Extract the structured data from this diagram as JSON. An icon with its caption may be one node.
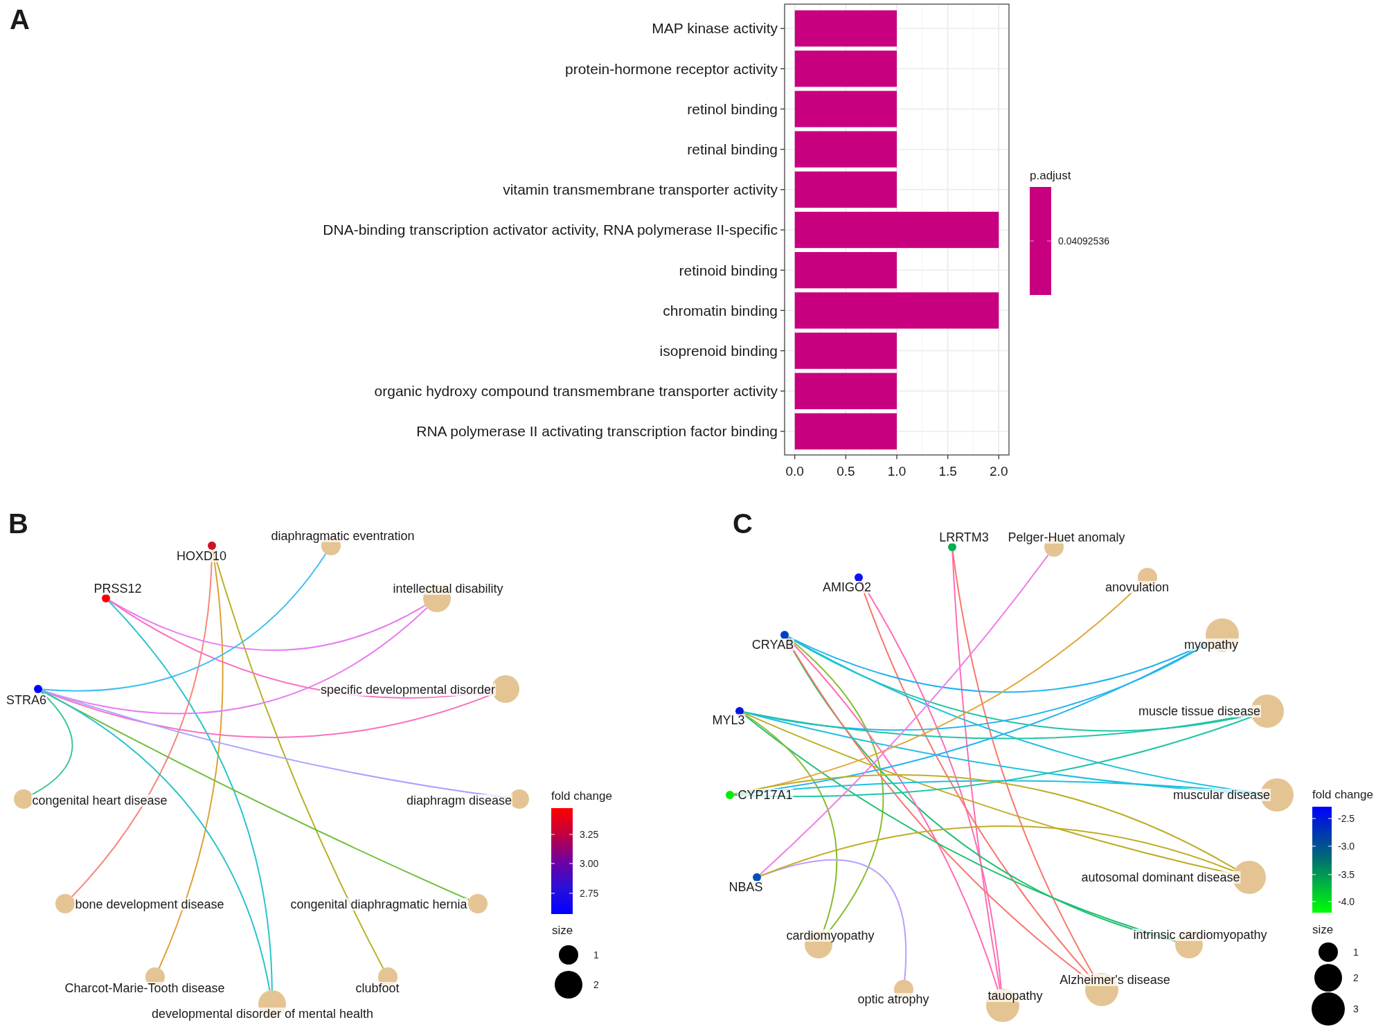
{
  "diagram": {
    "nodes": [
      {
        "text": [
          "HOXD10"
        ]
      },
      {
        "text": [
          "diaphragmatic eventration"
        ]
      },
      {
        "text": [
          "PRSS12"
        ]
      },
      {
        "text": [
          "intellectual disability"
        ]
      },
      {
        "text": [
          "STRA6"
        ]
      },
      {
        "text": [
          "specific developmental disorder"
        ]
      },
      {
        "text": [
          "congenital heart disease"
        ]
      },
      {
        "text": [
          "diaphragm disease"
        ]
      },
      {
        "text": [
          "bone development disease"
        ]
      },
      {
        "text": [
          "congenital diaphragmatic hernia"
        ]
      },
      {
        "text": [
          "Charcot-Marie-Tooth disease"
        ]
      },
      {
        "text": [
          "clubfoot"
        ]
      },
      {
        "text": [
          "developmental disorder of mental health"
        ]
      },
      {
        "text": [
          "LRRTM3"
        ]
      },
      {
        "text": [
          "Pelger-Huet anomaly"
        ]
      },
      {
        "text": [
          "AMIGO2"
        ]
      },
      {
        "text": [
          "anovulation"
        ]
      },
      {
        "text": [
          "CRYAB"
        ]
      },
      {
        "text": [
          "myopathy"
        ]
      },
      {
        "text": [
          "MYL3"
        ]
      },
      {
        "text": [
          "muscle tissue disease"
        ]
      },
      {
        "text": [
          "CYP17A1"
        ]
      },
      {
        "text": [
          "muscular disease"
        ]
      },
      {
        "text": [
          "NBAS"
        ]
      },
      {
        "text": [
          "autosomal dominant disease"
        ]
      },
      {
        "text": [
          "cardiomyopathy"
        ]
      },
      {
        "text": [
          "intrinsic cardiomyopathy"
        ]
      },
      {
        "text": [
          "optic atrophy"
        ]
      },
      {
        "text": [
          "tauopathy"
        ]
      },
      {
        "text": [
          "Alzheimer's disease"
        ]
      }
    ],
    "edges": [
      {
        "from": 0,
        "to": 8,
        "arrow": "none",
        "color": "#f8857a"
      },
      {
        "from": 0,
        "to": 10,
        "arrow": "none",
        "color": "#e0a030"
      },
      {
        "from": 0,
        "to": 11,
        "arrow": "none",
        "color": "#b8b025"
      },
      {
        "from": 2,
        "to": 3,
        "arrow": "none",
        "color": "#e77cf0"
      },
      {
        "from": 2,
        "to": 5,
        "arrow": "none",
        "color": "#fa6fc0"
      },
      {
        "from": 2,
        "to": 12,
        "arrow": "none",
        "color": "#2ac3cc"
      },
      {
        "from": 4,
        "to": 1,
        "arrow": "none",
        "color": "#3fbfef"
      },
      {
        "from": 4,
        "to": 3,
        "arrow": "none",
        "color": "#e77cf0"
      },
      {
        "from": 4,
        "to": 5,
        "arrow": "none",
        "color": "#fa6fc0"
      },
      {
        "from": 4,
        "to": 7,
        "arrow": "none",
        "color": "#a9a4ff"
      },
      {
        "from": 4,
        "to": 9,
        "arrow": "none",
        "color": "#6cbf3a"
      },
      {
        "from": 4,
        "to": 6,
        "arrow": "none",
        "color": "#36c98e"
      },
      {
        "from": 4,
        "to": 12,
        "arrow": "none",
        "color": "#2ac3cc"
      },
      {
        "from": 13,
        "to": 28,
        "arrow": "none",
        "color": "#ff6cb4"
      },
      {
        "from": 13,
        "to": 29,
        "arrow": "none",
        "color": "#f8766d"
      },
      {
        "from": 15,
        "to": 28,
        "arrow": "none",
        "color": "#ff6cb4"
      },
      {
        "from": 15,
        "to": 29,
        "arrow": "none",
        "color": "#f8766d"
      },
      {
        "from": 17,
        "to": 18,
        "arrow": "none",
        "color": "#25b3f0"
      },
      {
        "from": 17,
        "to": 20,
        "arrow": "none",
        "color": "#20c4a4"
      },
      {
        "from": 17,
        "to": 22,
        "arrow": "none",
        "color": "#1dc0e0"
      },
      {
        "from": 17,
        "to": 26,
        "arrow": "none",
        "color": "#1dc070"
      },
      {
        "from": 17,
        "to": 25,
        "arrow": "none",
        "color": "#86bc2c"
      },
      {
        "from": 17,
        "to": 28,
        "arrow": "none",
        "color": "#ff6cb4"
      },
      {
        "from": 17,
        "to": 29,
        "arrow": "none",
        "color": "#f8766d"
      },
      {
        "from": 19,
        "to": 18,
        "arrow": "none",
        "color": "#25b3f0"
      },
      {
        "from": 19,
        "to": 20,
        "arrow": "none",
        "color": "#20c4a4"
      },
      {
        "from": 19,
        "to": 22,
        "arrow": "none",
        "color": "#1dc0e0"
      },
      {
        "from": 19,
        "to": 24,
        "arrow": "none",
        "color": "#bfad26"
      },
      {
        "from": 19,
        "to": 26,
        "arrow": "none",
        "color": "#1dc070"
      },
      {
        "from": 19,
        "to": 25,
        "arrow": "none",
        "color": "#86bc2c"
      },
      {
        "from": 21,
        "to": 16,
        "arrow": "none",
        "color": "#e0a838"
      },
      {
        "from": 21,
        "to": 18,
        "arrow": "none",
        "color": "#25b3f0"
      },
      {
        "from": 21,
        "to": 20,
        "arrow": "none",
        "color": "#20c4a4"
      },
      {
        "from": 21,
        "to": 22,
        "arrow": "none",
        "color": "#1dc0e0"
      },
      {
        "from": 21,
        "to": 24,
        "arrow": "none",
        "color": "#bfad26"
      },
      {
        "from": 23,
        "to": 14,
        "arrow": "none",
        "color": "#f07ee8"
      },
      {
        "from": 23,
        "to": 27,
        "arrow": "none",
        "color": "#bc9cff"
      },
      {
        "from": 23,
        "to": 24,
        "arrow": "none",
        "color": "#bfad26"
      }
    ],
    "labels": [
      "A",
      "p.adjust",
      "B",
      "fold change",
      "3.25",
      "3.00",
      "2.75",
      "size",
      "1",
      "2",
      "C",
      "fold change",
      "-2.5",
      "-3.0",
      "-3.5",
      "-4.0",
      "size",
      "1",
      "2",
      "3"
    ],
    "legend": [
      {
        "text": "0.04092536",
        "color": "#c8007f"
      }
    ],
    "chart_data": {
      "type": "bar",
      "orientation": "horizontal",
      "categories": [
        "MAP kinase activity",
        "protein-hormone receptor activity",
        "retinol binding",
        "retinal binding",
        "vitamin transmembrane transporter activity",
        "DNA-binding transcription activator activity, RNA polymerase II-specific",
        "retinoid binding",
        "chromatin binding",
        "isoprenoid binding",
        "organic hydroxy compound transmembrane transporter activity",
        "RNA polymerase II activating transcription factor binding"
      ],
      "series": [
        {
          "color": "#c8007f",
          "values": [
            1,
            1,
            1,
            1,
            1,
            2,
            1,
            2,
            1,
            1,
            1
          ]
        }
      ],
      "xlim": [
        -0.1,
        2.1
      ],
      "xticks": [
        {
          "value": 0,
          "label": "0.0"
        },
        0.5,
        {
          "value": 1,
          "label": "1.0"
        },
        1.5,
        {
          "value": 2,
          "label": "2.0"
        }
      ],
      "grid": true
    }
  }
}
